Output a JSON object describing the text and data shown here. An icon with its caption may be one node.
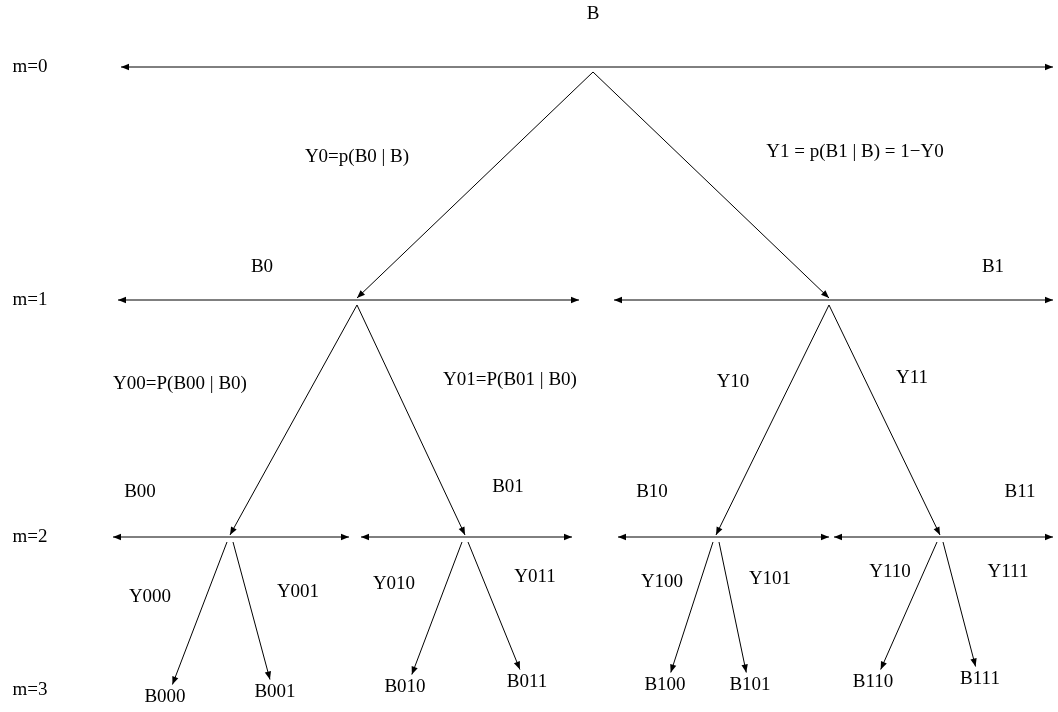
{
  "diagram": {
    "nodes": [
      {
        "text": [
          "B"
        ]
      },
      {
        "text": [
          "B0"
        ]
      },
      {
        "text": [
          "B1"
        ]
      },
      {
        "text": [
          "B00"
        ]
      },
      {
        "text": [
          "B01"
        ]
      },
      {
        "text": [
          "B10"
        ]
      },
      {
        "text": [
          "B11"
        ]
      },
      {
        "text": [
          "B000"
        ]
      },
      {
        "text": [
          "B001"
        ]
      },
      {
        "text": [
          "B010"
        ]
      },
      {
        "text": [
          "B011"
        ]
      },
      {
        "text": [
          "B100"
        ]
      },
      {
        "text": [
          "B101"
        ]
      },
      {
        "text": [
          "B110"
        ]
      },
      {
        "text": [
          "B111"
        ]
      }
    ],
    "edges": [
      {
        "from": 0,
        "to": 1,
        "arrow": "to",
        "label": "Y0=p(B0 | B)"
      },
      {
        "from": 0,
        "to": 2,
        "arrow": "to",
        "label": "Y1 = p(B1 | B) = 1−Y0"
      },
      {
        "from": 1,
        "to": 3,
        "arrow": "to",
        "label": "Y00=P(B00 | B0)"
      },
      {
        "from": 1,
        "to": 4,
        "arrow": "to",
        "label": "Y01=P(B01 | B0)"
      },
      {
        "from": 2,
        "to": 5,
        "arrow": "to",
        "label": "Y10"
      },
      {
        "from": 2,
        "to": 6,
        "arrow": "to",
        "label": "Y11"
      },
      {
        "from": 3,
        "to": 7,
        "arrow": "to",
        "label": "Y000"
      },
      {
        "from": 3,
        "to": 8,
        "arrow": "to",
        "label": "Y001"
      },
      {
        "from": 4,
        "to": 9,
        "arrow": "to",
        "label": "Y010"
      },
      {
        "from": 4,
        "to": 10,
        "arrow": "to",
        "label": "Y011"
      },
      {
        "from": 5,
        "to": 11,
        "arrow": "to",
        "label": "Y100"
      },
      {
        "from": 5,
        "to": 12,
        "arrow": "to",
        "label": "Y101"
      },
      {
        "from": 6,
        "to": 13,
        "arrow": "to",
        "label": "Y110"
      },
      {
        "from": 6,
        "to": 14,
        "arrow": "to",
        "label": "Y111"
      }
    ],
    "labels": [
      "m=0",
      "m=1",
      "m=2",
      "m=3"
    ]
  }
}
